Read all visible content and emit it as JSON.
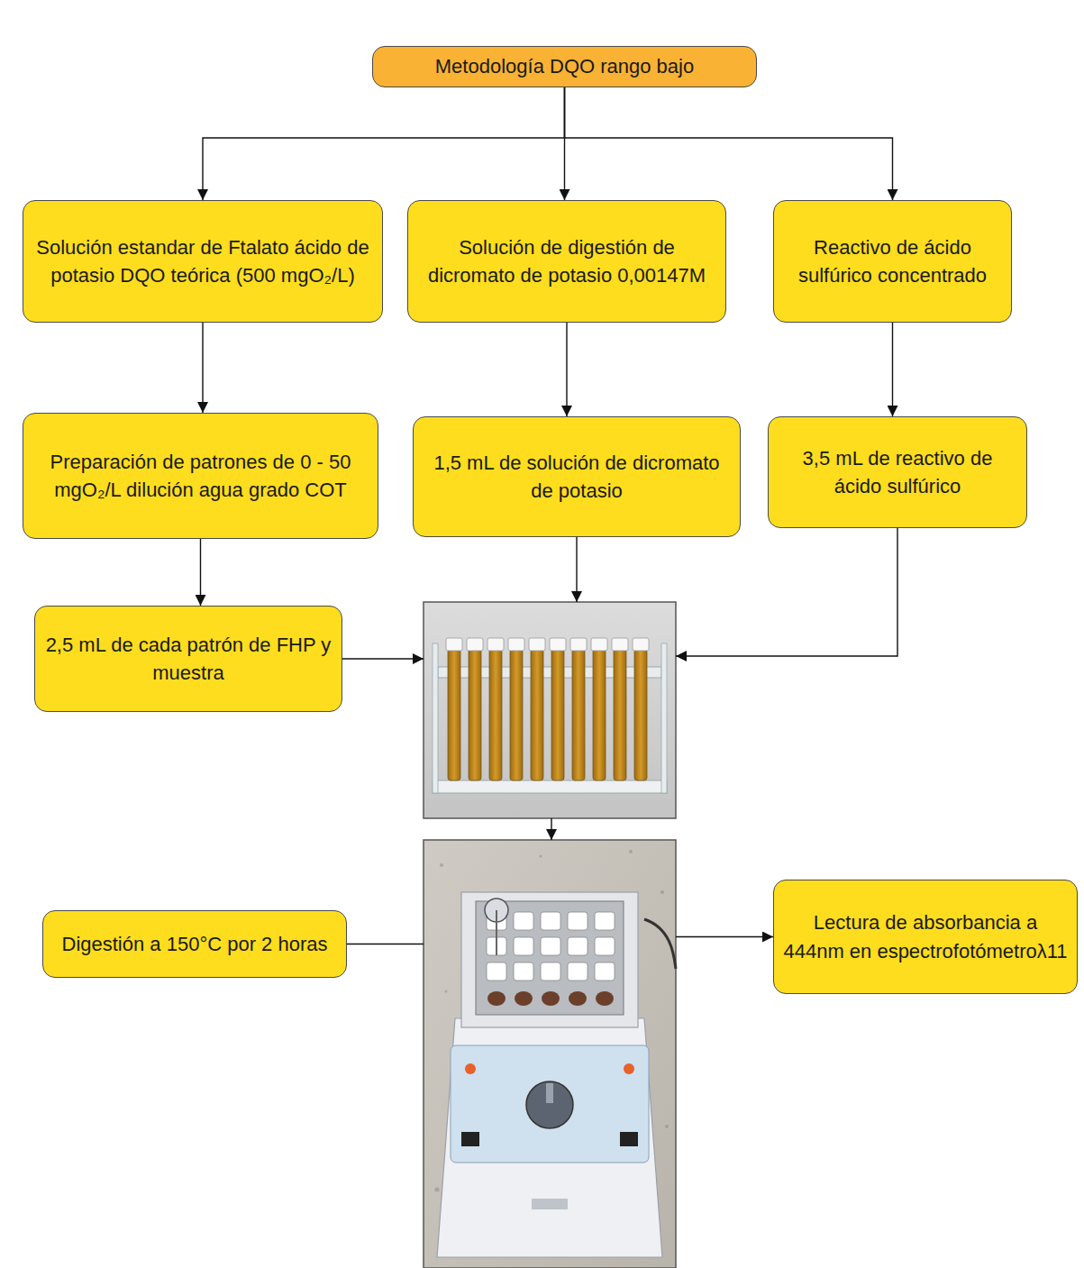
{
  "diagram": {
    "nodes": [
      {
        "text": [
          "Metodología DQO rango bajo"
        ]
      },
      {
        "text": [
          "Solución estandar de Ftalato ácido de potasio DQO teórica (500 mgO₂/L)"
        ]
      },
      {
        "text": [
          "Solución de digestión de dicromato de potasio 0,00147M"
        ]
      },
      {
        "text": [
          "Reactivo de ácido sulfúrico concentrado"
        ]
      },
      {
        "text": [
          "Preparación de patrones de 0 - 50 mgO₂/L dilución agua grado COT"
        ]
      },
      {
        "text": [
          "1,5 mL de solución de dicromato de potasio"
        ]
      },
      {
        "text": [
          "3,5 mL de reactivo de ácido sulfúrico"
        ]
      },
      {
        "text": [
          "2,5 mL de cada patrón de FHP y muestra"
        ]
      },
      {
        "text": [
          "Digestión a 150°C por 2 horas"
        ]
      },
      {
        "text": [
          "Lectura de absorbancia a 444nm en espectrofotómetroλ11"
        ]
      }
    ],
    "edges": [
      {
        "from": 0,
        "to": 1,
        "arrow": "to"
      },
      {
        "from": 0,
        "to": 2,
        "arrow": "to"
      },
      {
        "from": 0,
        "to": 3,
        "arrow": "to"
      },
      {
        "from": 1,
        "to": 4,
        "arrow": "to"
      },
      {
        "from": 2,
        "to": 5,
        "arrow": "to"
      },
      {
        "from": 3,
        "to": 6,
        "arrow": "to"
      },
      {
        "from": 4,
        "to": 7,
        "arrow": "to"
      }
    ]
  }
}
